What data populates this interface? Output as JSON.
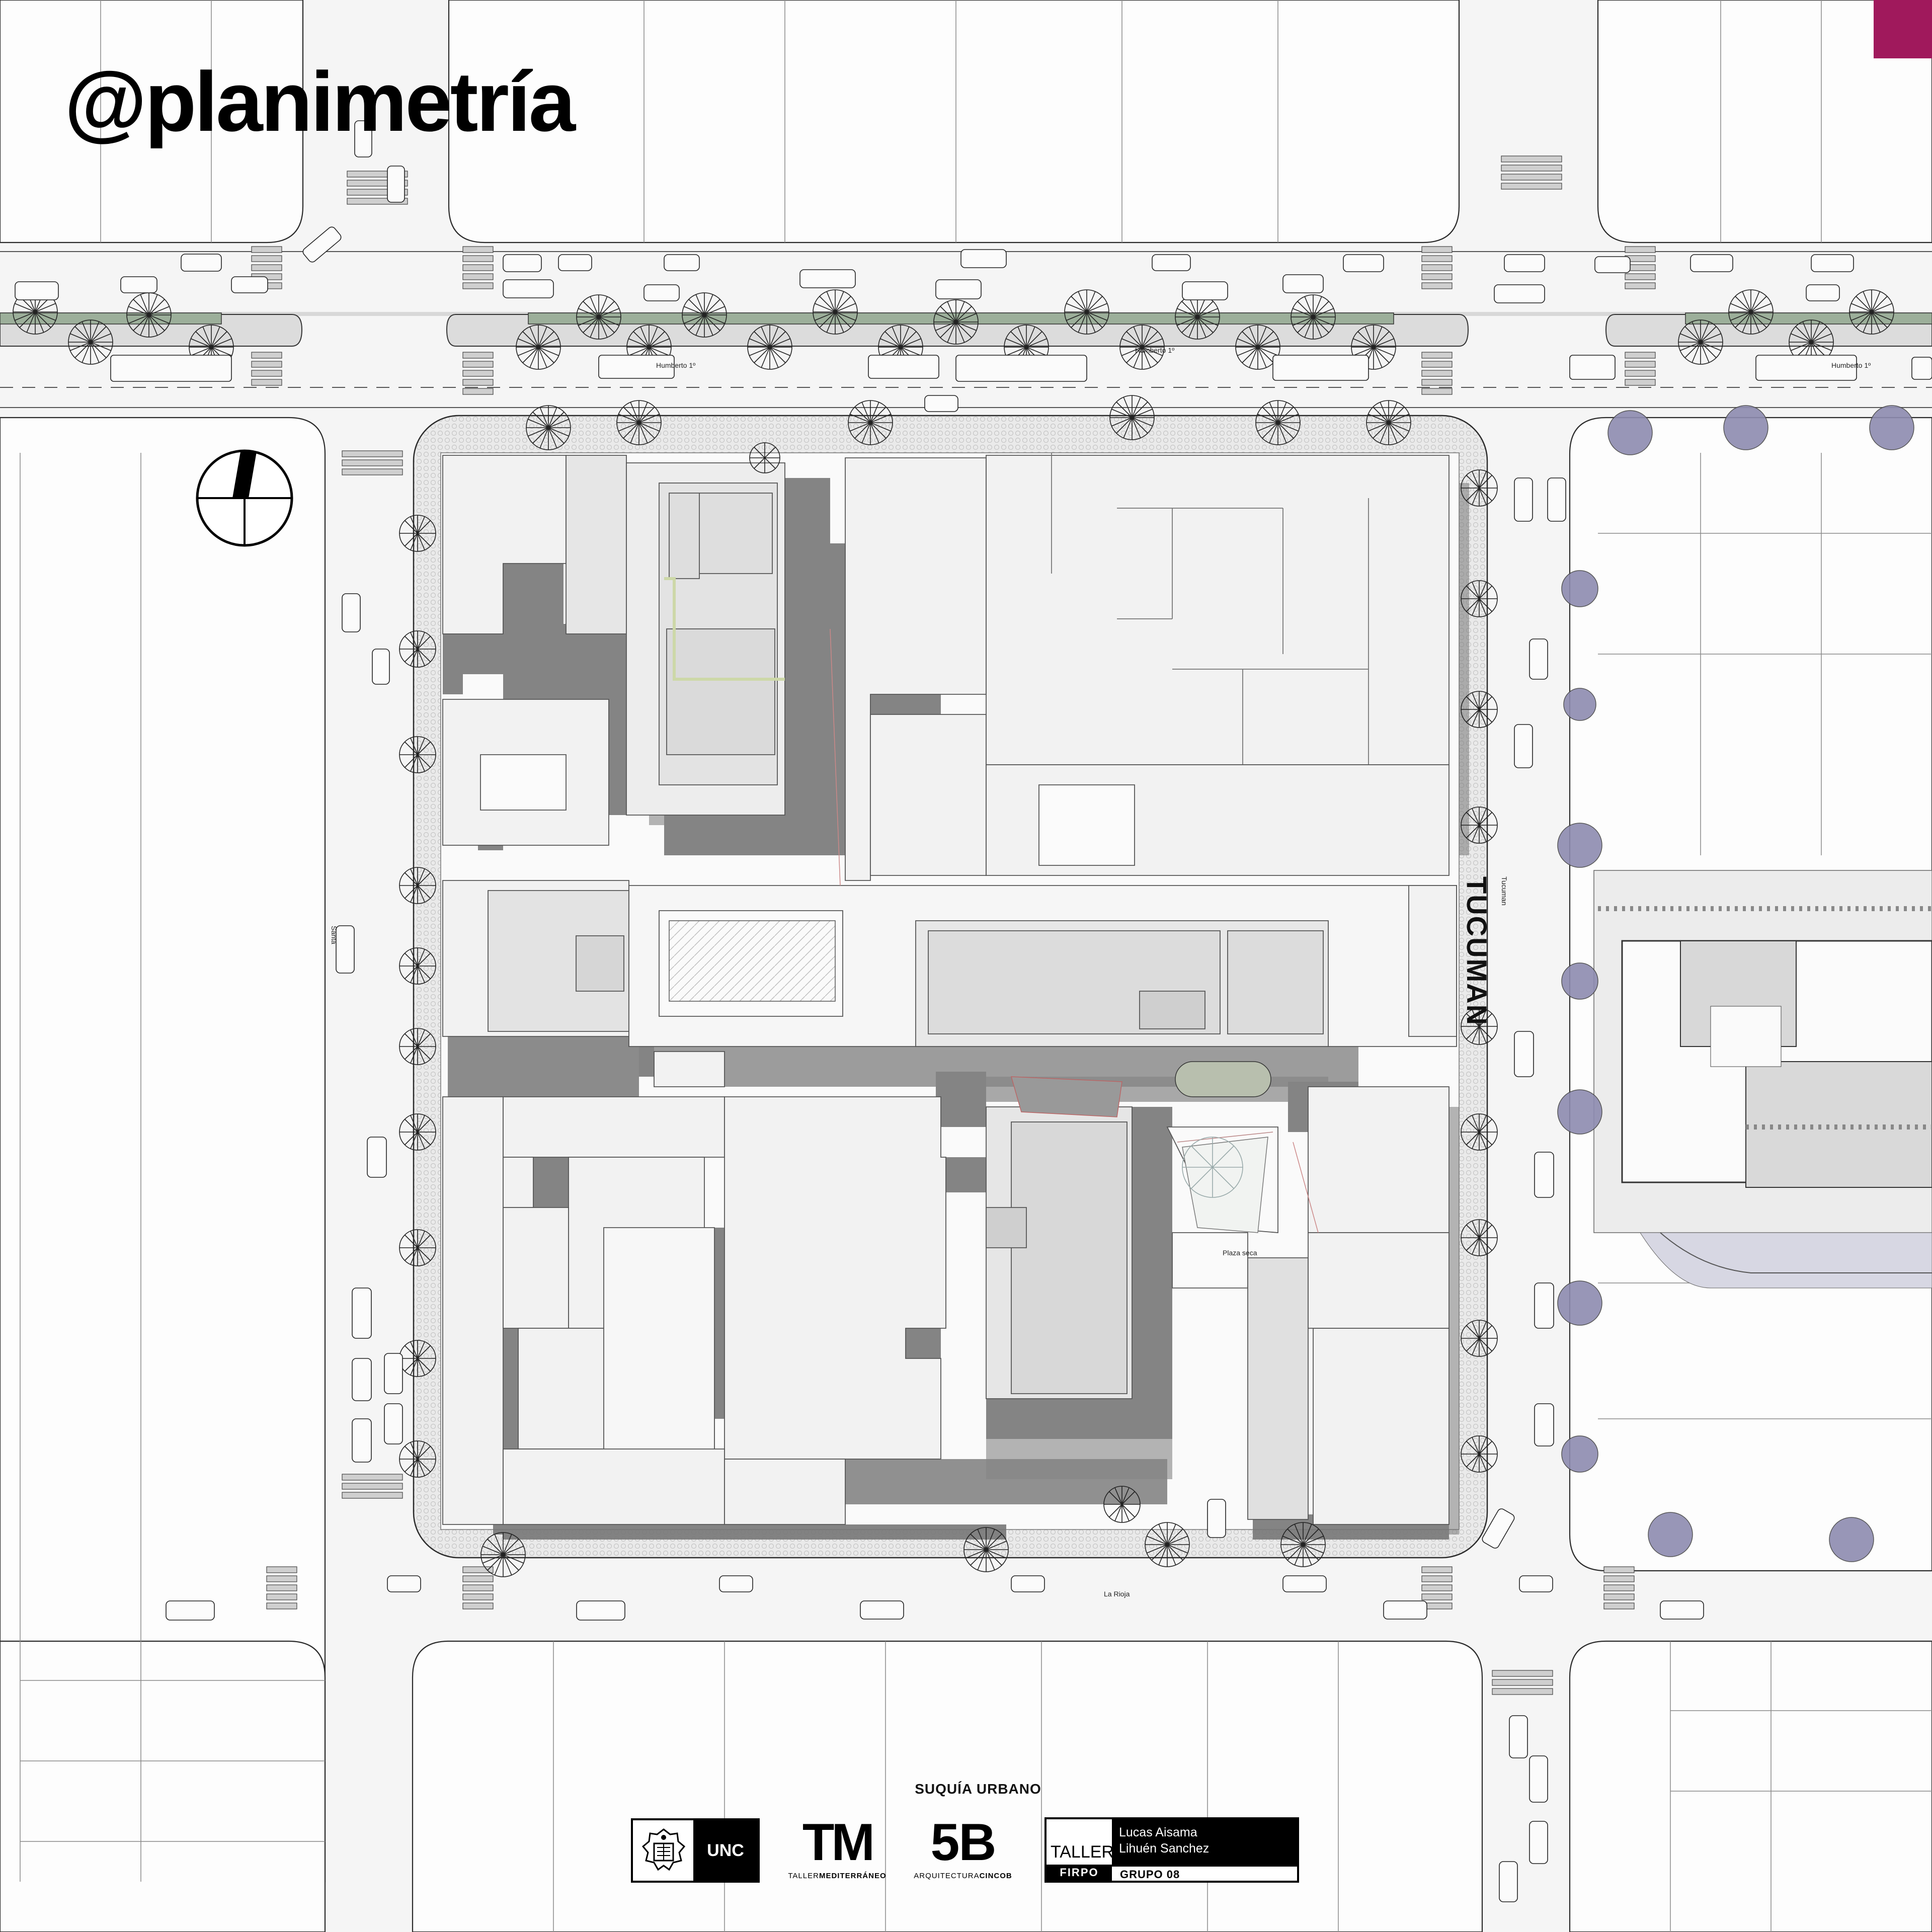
{
  "header": {
    "title": "@planimetría"
  },
  "streets": {
    "main_east": "TUCUMAN",
    "small_east": "Tucuman",
    "north_left": "Humberto 1º",
    "north_mid": "Humberto 1º",
    "north_right": "Humberto 1º",
    "south": "La Rioja",
    "west": "Santa",
    "plaza": "Plaza seca"
  },
  "footer": {
    "project_title": "SUQUÍA URBANO",
    "unc_label": "UNC",
    "tm_mark": "TM",
    "tm_sub_a": "TALLER",
    "tm_sub_b": "MEDITERRÁNEO",
    "fivb_mark": "5B",
    "fivb_sub_a": "ARQUITECTURA",
    "fivb_sub_b": "CINCOB",
    "taller": "TALLER",
    "firpo": "FIRPO",
    "author1": "Lucas Aisama",
    "author2": "Lihuén Sanchez",
    "group": "GRUPO 08"
  },
  "colors": {
    "accent": "#a0195c",
    "median_green": "#9caf9a",
    "tree_purple": "#8d8bb0",
    "plan_ink": "#222222",
    "shadow": "#6e6e6e",
    "roof": "#f2f2f2"
  },
  "icons": {
    "north": "north-arrow-icon",
    "tree": "tree-icon",
    "car": "car-icon"
  }
}
